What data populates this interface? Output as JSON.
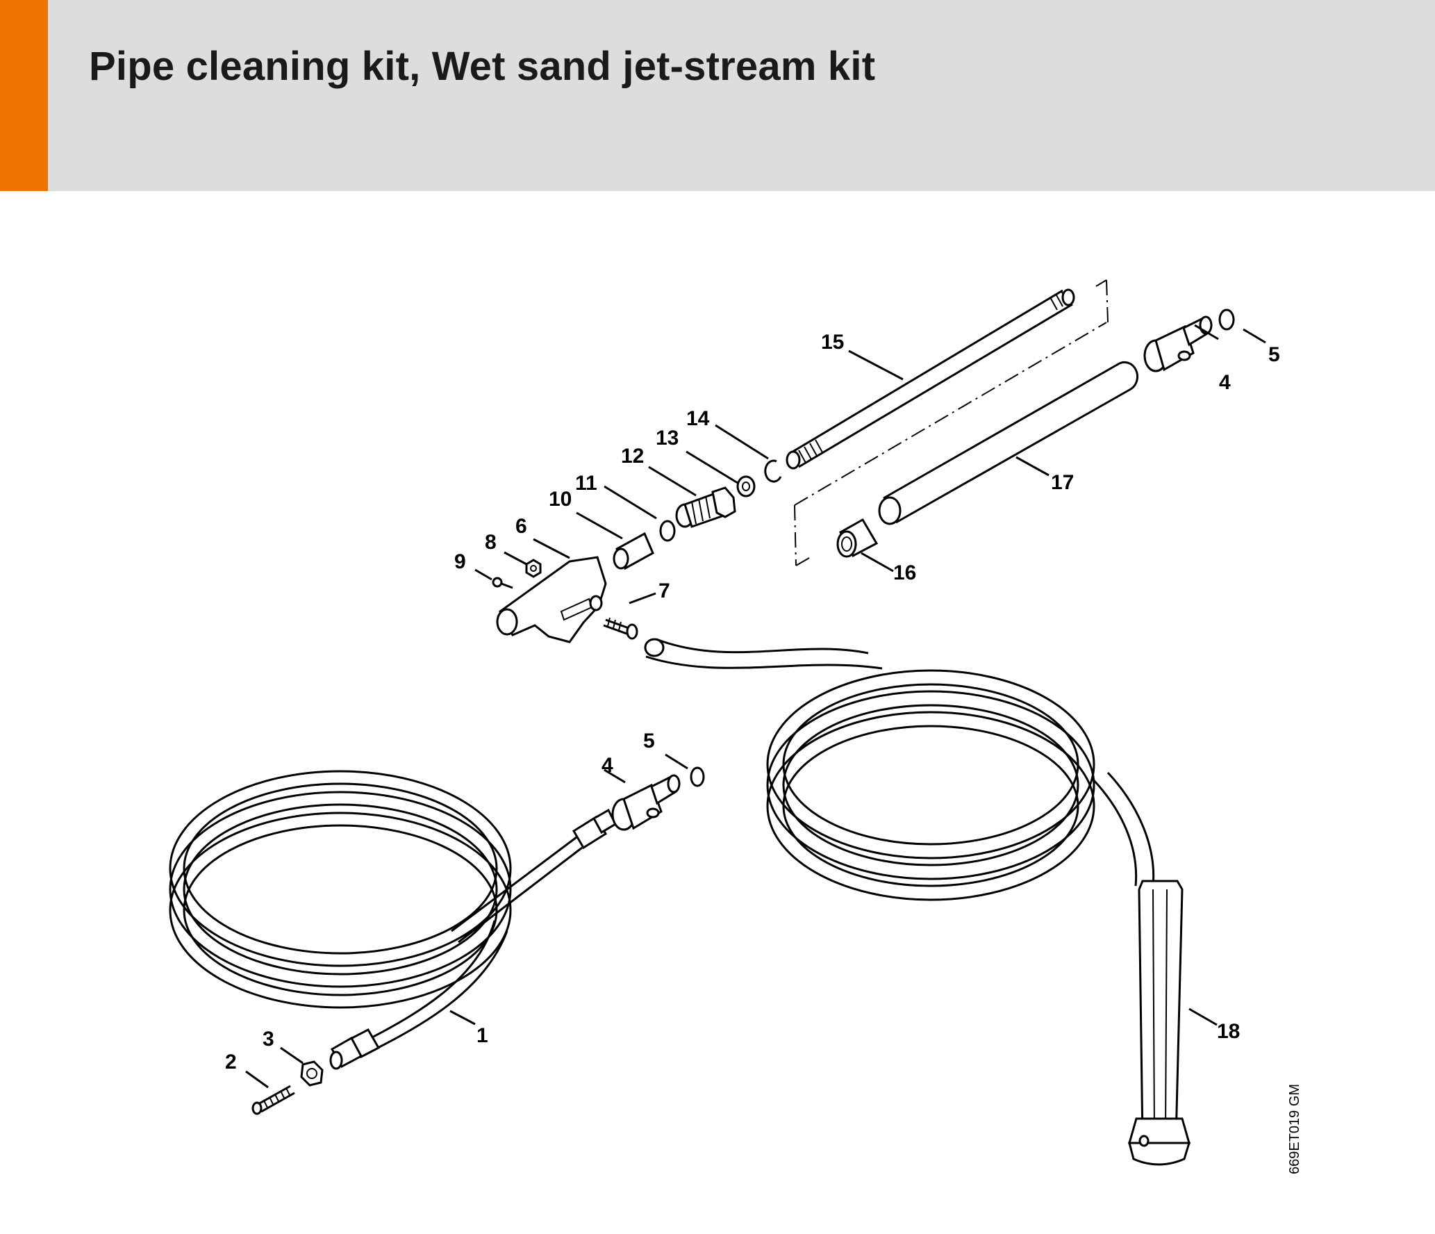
{
  "page": {
    "title": "Pipe cleaning kit, Wet sand jet-stream kit",
    "drawing_code": "669ET019 GM"
  },
  "colors": {
    "accent": "#f07300",
    "header_bg": "#dcdddd",
    "line": "#000000"
  },
  "callouts": {
    "c1": "1",
    "c2": "2",
    "c3": "3",
    "c4a": "4",
    "c4b": "4",
    "c5a": "5",
    "c5b": "5",
    "c6": "6",
    "c7": "7",
    "c8": "8",
    "c9": "9",
    "c10": "10",
    "c11": "11",
    "c12": "12",
    "c13": "13",
    "c14": "14",
    "c15": "15",
    "c16": "16",
    "c17": "17",
    "c18": "18"
  }
}
